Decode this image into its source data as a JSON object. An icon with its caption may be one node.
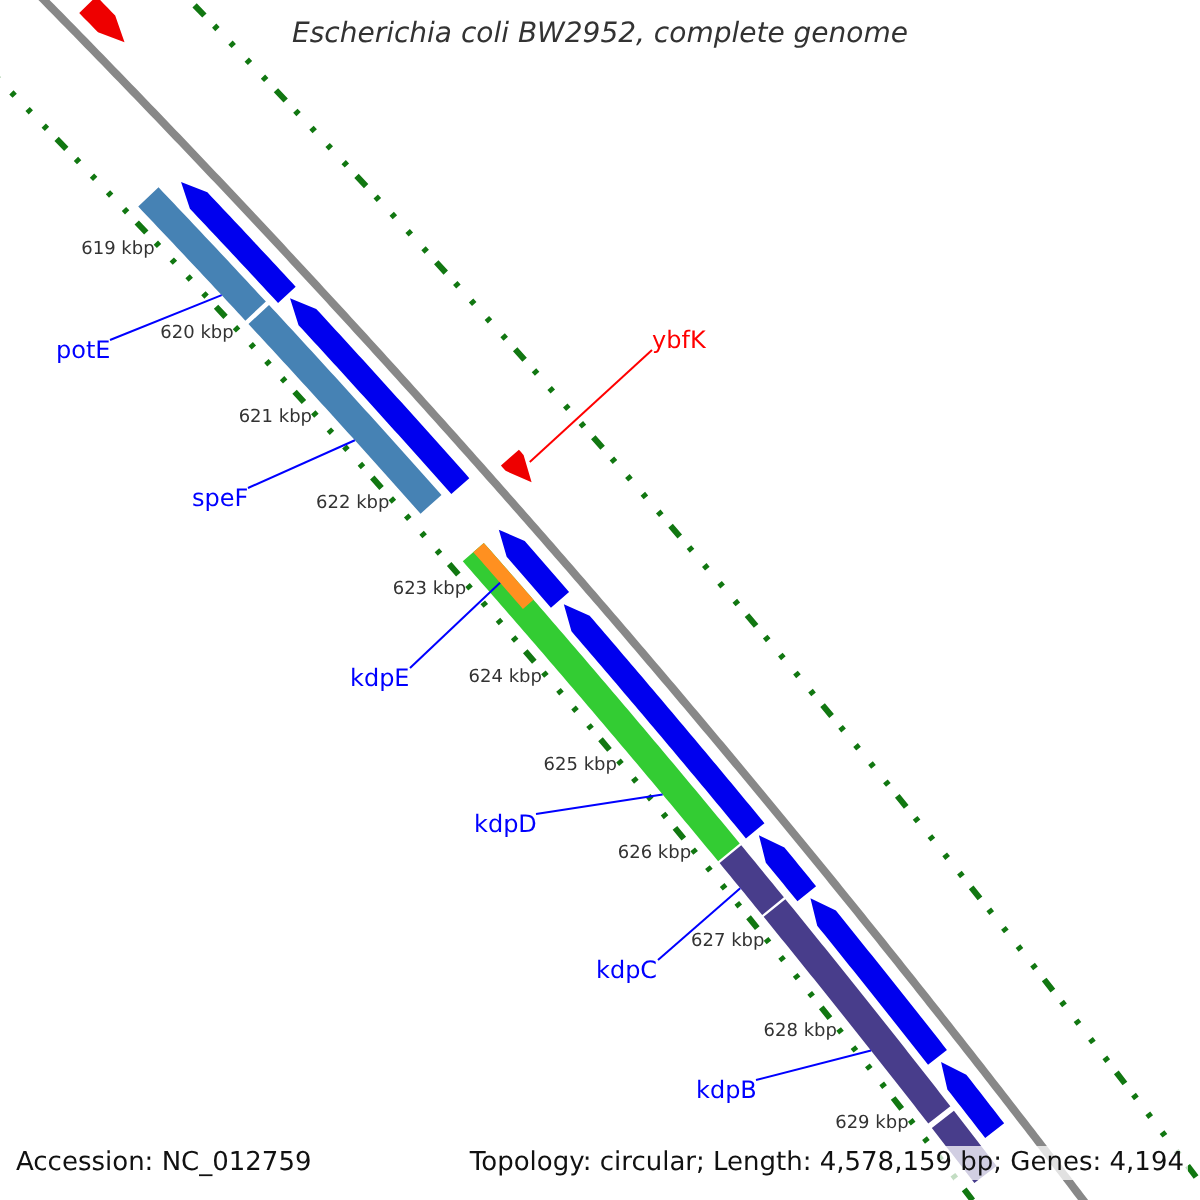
{
  "diagram": {
    "title": "Escherichia coli BW2952, complete genome",
    "nodes": [
      {
        "text": [
          "potE"
        ]
      },
      {
        "text": [],
        "shape": "bar"
      },
      {
        "text": [
          "speF"
        ]
      },
      {
        "text": [],
        "shape": "bar"
      },
      {
        "text": [
          "ybfK"
        ]
      },
      {
        "text": [],
        "shape": "arrow"
      },
      {
        "text": [
          "kdpE"
        ]
      },
      {
        "text": [],
        "shape": "bar",
        "in": 9
      },
      {
        "text": [
          "kdpD"
        ]
      },
      {
        "text": [],
        "shape": "bar"
      },
      {
        "text": [
          "kdpC"
        ]
      },
      {
        "text": [],
        "shape": "bar"
      },
      {
        "text": [
          "kdpB"
        ]
      },
      {
        "text": [],
        "shape": "bar"
      },
      {
        "text": [],
        "shape": "arrow"
      },
      {
        "text": [],
        "shape": "arrow"
      },
      {
        "text": [],
        "shape": "arrow"
      },
      {
        "text": [],
        "shape": "arrow"
      },
      {
        "text": [],
        "shape": "arrow"
      },
      {
        "text": [],
        "shape": "arrow"
      },
      {
        "text": [],
        "shape": "arrow"
      },
      {
        "text": [],
        "shape": "arrow"
      },
      {
        "text": [],
        "shape": "bar"
      }
    ],
    "edges": [
      {
        "from": 0,
        "to": 1,
        "arrow": "none"
      },
      {
        "from": 2,
        "to": 3,
        "arrow": "none"
      },
      {
        "from": 4,
        "to": 5,
        "arrow": "none",
        "color": "#ff0000"
      },
      {
        "from": 6,
        "to": 7,
        "arrow": "none"
      },
      {
        "from": 8,
        "to": 9,
        "arrow": "none"
      },
      {
        "from": 10,
        "to": 11,
        "arrow": "none"
      },
      {
        "from": 12,
        "to": 13,
        "arrow": "none"
      }
    ],
    "labels": [
      "619 kbp",
      "620 kbp",
      "621 kbp",
      "622 kbp",
      "623 kbp",
      "624 kbp",
      "625 kbp",
      "626 kbp",
      "627 kbp",
      "628 kbp",
      "629 kbp",
      "Accession: NC_012759",
      "Topology: circular; Length: 4,578,159 bp; Genes: 4,194"
    ]
  }
}
